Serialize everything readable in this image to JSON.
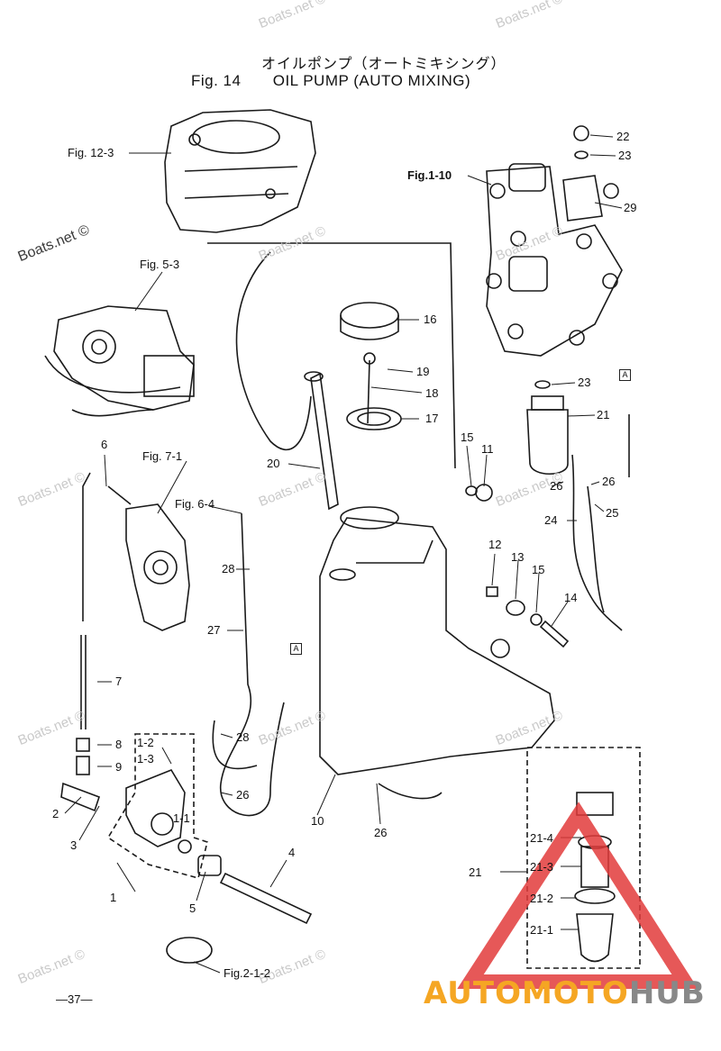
{
  "header": {
    "title_jp": "オイルポンプ（オートミキシング）",
    "fig_label": "Fig. 14",
    "title_en": "OIL PUMP (AUTO MIXING)"
  },
  "watermark_text": "Boats.net ©",
  "refs": {
    "fig_12_3": "Fig. 12-3",
    "fig_5_3": "Fig. 5-3",
    "fig_7_1": "Fig. 7-1",
    "fig_6_4": "Fig. 6-4",
    "fig_1_10": "Fig.1-10",
    "fig_2_1_2": "Fig.2-1-2"
  },
  "parts": {
    "p1": "1",
    "p1_1": "1-1",
    "p1_2": "1-2",
    "p1_3": "1-3",
    "p2": "2",
    "p3": "3",
    "p4": "4",
    "p5": "5",
    "p6": "6",
    "p7": "7",
    "p8": "8",
    "p9": "9",
    "p10": "10",
    "p11": "11",
    "p12": "12",
    "p13": "13",
    "p14": "14",
    "p15a": "15",
    "p15b": "15",
    "p16": "16",
    "p17": "17",
    "p18": "18",
    "p19": "19",
    "p20": "20",
    "p21a": "21",
    "p21b": "21",
    "p21_1": "21-1",
    "p21_2": "21-2",
    "p21_3": "21-3",
    "p21_4": "21-4",
    "p22": "22",
    "p23a": "23",
    "p23b": "23",
    "p24": "24",
    "p25": "25",
    "p26a": "26",
    "p26b": "26",
    "p26c": "26",
    "p26d": "26",
    "p27": "27",
    "p28a": "28",
    "p28b": "28",
    "p29": "29"
  },
  "markers": {
    "a1": "A",
    "a2": "A"
  },
  "page_number": "—37—",
  "logo": {
    "part1": "AUTOMOTO",
    "part2": "HUB"
  },
  "colors": {
    "logo_orange": "#f5a623",
    "logo_gray": "#888888",
    "logo_red": "#e23b3b"
  }
}
